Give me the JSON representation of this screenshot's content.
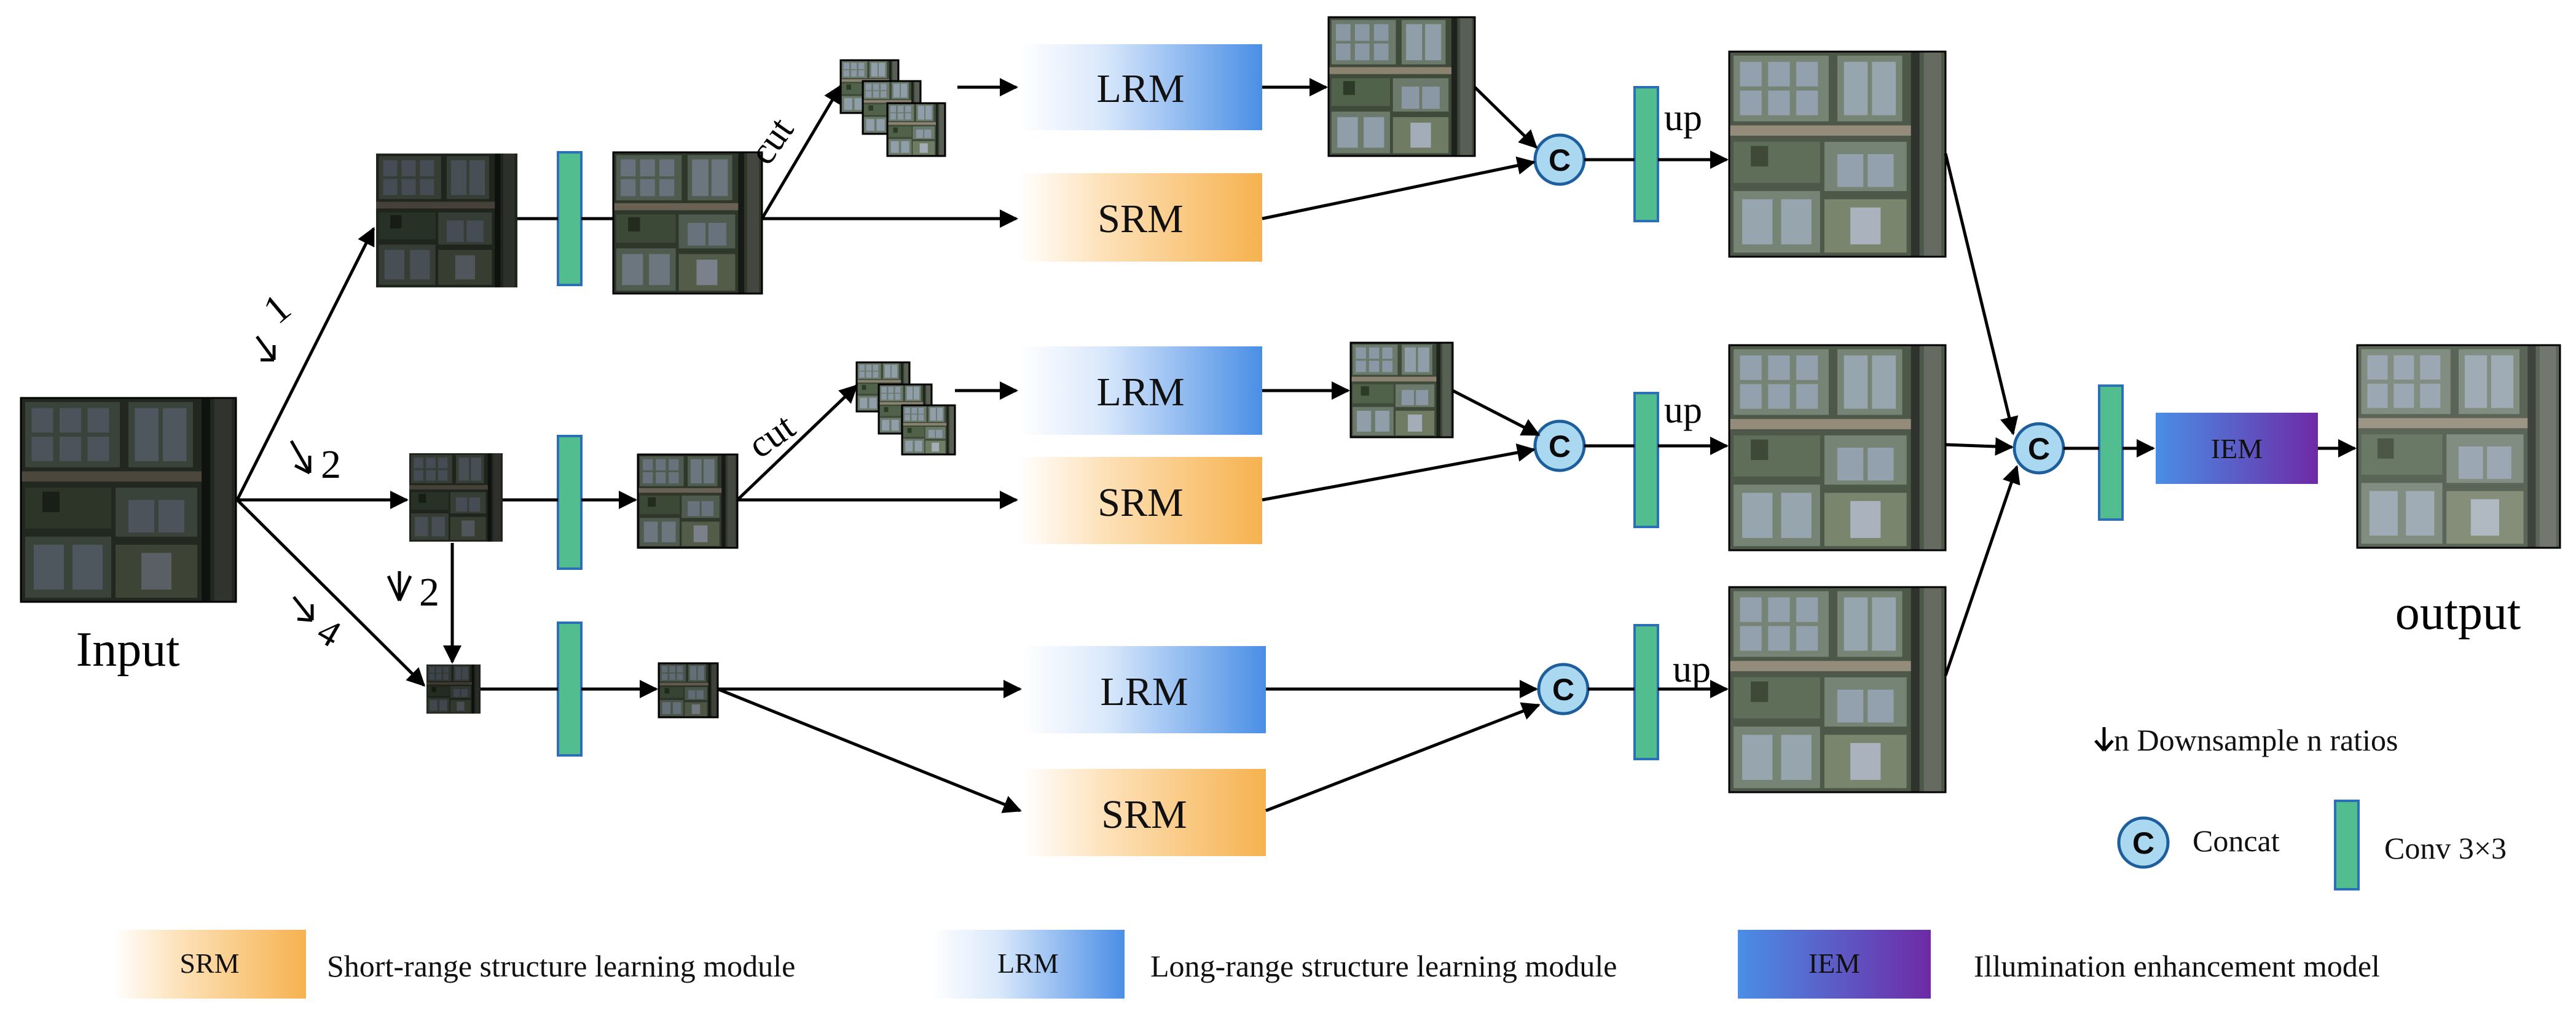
{
  "labels": {
    "input": "Input",
    "output": "output",
    "cut": "cut",
    "up": "up",
    "down1": "1",
    "down2": "2",
    "down4": "4",
    "down2b": "2",
    "concat_symbol": "C"
  },
  "modules": {
    "lrm": "LRM",
    "srm": "SRM",
    "iem": "IEM"
  },
  "legend": {
    "downsample": "n  Downsample n ratios",
    "concat": "Concat",
    "conv": "Conv 3×3",
    "srm_label": "SRM",
    "srm_desc": "Short-range structure learning module",
    "lrm_label": "LRM",
    "lrm_desc": "Long-range structure learning module",
    "iem_label": "IEM",
    "iem_desc": "Illumination enhancement model"
  },
  "colors": {
    "lrm_gradient": [
      "#ffffff",
      "#4a8ee6"
    ],
    "srm_gradient": [
      "#ffffff",
      "#f6b24f"
    ],
    "iem_gradient": [
      "#4a8ee6",
      "#6e2aa6"
    ],
    "conv": "#52bd8e",
    "conv_border": "#2c6fb5",
    "concat_fill": "#a9d8f0",
    "concat_border": "#1d5f9c"
  }
}
